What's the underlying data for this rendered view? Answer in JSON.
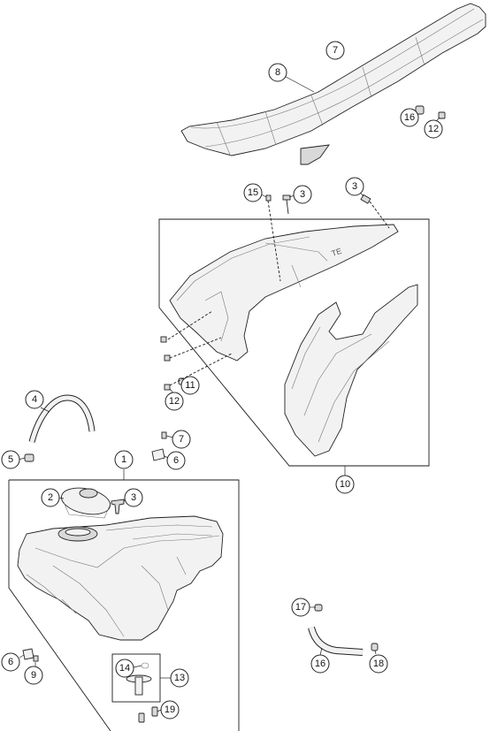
{
  "callouts": [
    {
      "id": "c1",
      "label": "1"
    },
    {
      "id": "c2",
      "label": "2"
    },
    {
      "id": "c3a",
      "label": "3"
    },
    {
      "id": "c3b",
      "label": "3"
    },
    {
      "id": "c3c",
      "label": "3"
    },
    {
      "id": "c4",
      "label": "4"
    },
    {
      "id": "c5",
      "label": "5"
    },
    {
      "id": "c6a",
      "label": "6"
    },
    {
      "id": "c6b",
      "label": "6"
    },
    {
      "id": "c7a",
      "label": "7"
    },
    {
      "id": "c7b",
      "label": "7"
    },
    {
      "id": "c8",
      "label": "8"
    },
    {
      "id": "c9",
      "label": "9"
    },
    {
      "id": "c10",
      "label": "10"
    },
    {
      "id": "c11",
      "label": "11"
    },
    {
      "id": "c12a",
      "label": "12"
    },
    {
      "id": "c12b",
      "label": "12"
    },
    {
      "id": "c13",
      "label": "13"
    },
    {
      "id": "c14",
      "label": "14"
    },
    {
      "id": "c15",
      "label": "15"
    },
    {
      "id": "c16a",
      "label": "16"
    },
    {
      "id": "c16b",
      "label": "16"
    },
    {
      "id": "c17",
      "label": "17"
    },
    {
      "id": "c18",
      "label": "18"
    },
    {
      "id": "c19",
      "label": "19"
    }
  ]
}
